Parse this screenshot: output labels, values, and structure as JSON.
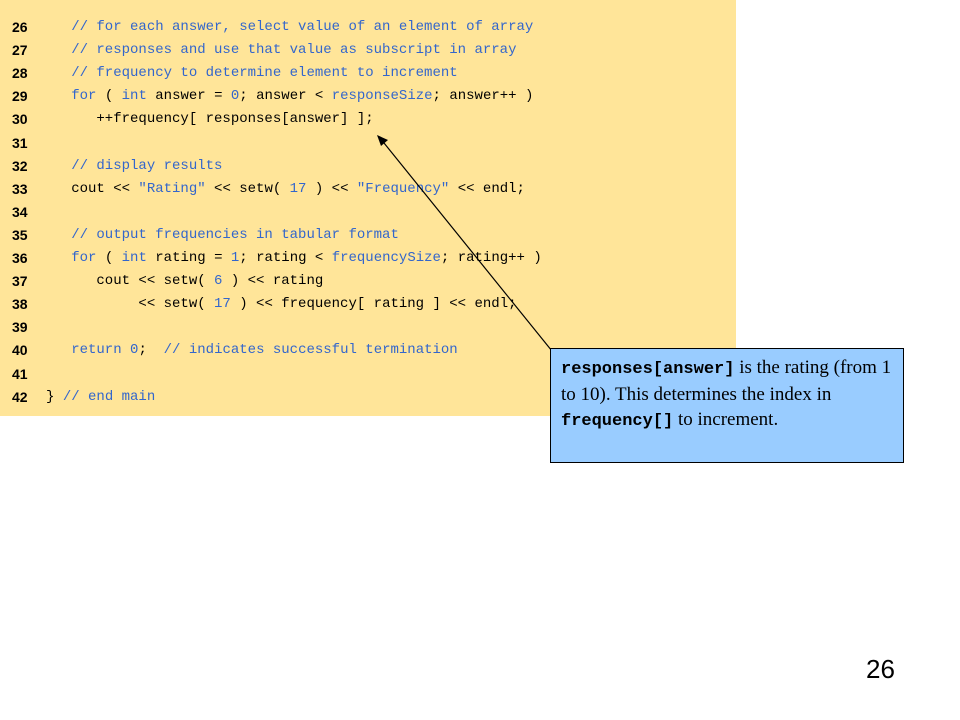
{
  "code_lines": [
    {
      "n": "26",
      "segs": [
        {
          "c": "cmt",
          "t": "   // for each answer, select value of an element of array"
        }
      ]
    },
    {
      "n": "27",
      "segs": [
        {
          "c": "cmt",
          "t": "   // responses and use that value as subscript in array"
        }
      ]
    },
    {
      "n": "28",
      "segs": [
        {
          "c": "cmt",
          "t": "   // frequency to determine element to increment"
        }
      ]
    },
    {
      "n": "29",
      "segs": [
        {
          "c": "kw",
          "t": "   for"
        },
        {
          "c": "",
          "t": " ( "
        },
        {
          "c": "kw",
          "t": "int"
        },
        {
          "c": "",
          "t": " answer = "
        },
        {
          "c": "num-lit",
          "t": "0"
        },
        {
          "c": "",
          "t": "; answer < "
        },
        {
          "c": "id-blue",
          "t": "responseSize"
        },
        {
          "c": "",
          "t": "; answer++ )"
        }
      ]
    },
    {
      "n": "30",
      "segs": [
        {
          "c": "",
          "t": "      ++frequency[ responses[answer] ];"
        }
      ]
    },
    {
      "n": "31",
      "segs": []
    },
    {
      "n": "32",
      "segs": [
        {
          "c": "cmt",
          "t": "   // display results"
        }
      ]
    },
    {
      "n": "33",
      "segs": [
        {
          "c": "",
          "t": "   cout << "
        },
        {
          "c": "str",
          "t": "\"Rating\""
        },
        {
          "c": "",
          "t": " << setw( "
        },
        {
          "c": "num-lit",
          "t": "17"
        },
        {
          "c": "",
          "t": " ) << "
        },
        {
          "c": "str",
          "t": "\"Frequency\""
        },
        {
          "c": "",
          "t": " << endl;"
        }
      ]
    },
    {
      "n": "34",
      "segs": []
    },
    {
      "n": "35",
      "segs": [
        {
          "c": "cmt",
          "t": "   // output frequencies in tabular format"
        }
      ]
    },
    {
      "n": "36",
      "segs": [
        {
          "c": "kw",
          "t": "   for"
        },
        {
          "c": "",
          "t": " ( "
        },
        {
          "c": "kw",
          "t": "int"
        },
        {
          "c": "",
          "t": " rating = "
        },
        {
          "c": "num-lit",
          "t": "1"
        },
        {
          "c": "",
          "t": "; rating < "
        },
        {
          "c": "id-blue",
          "t": "frequencySize"
        },
        {
          "c": "",
          "t": "; rating++ )"
        }
      ]
    },
    {
      "n": "37",
      "segs": [
        {
          "c": "",
          "t": "      cout << setw( "
        },
        {
          "c": "num-lit",
          "t": "6"
        },
        {
          "c": "",
          "t": " ) << rating"
        }
      ]
    },
    {
      "n": "38",
      "segs": [
        {
          "c": "",
          "t": "           << setw( "
        },
        {
          "c": "num-lit",
          "t": "17"
        },
        {
          "c": "",
          "t": " ) << frequency[ rating ] << endl;"
        }
      ]
    },
    {
      "n": "39",
      "segs": []
    },
    {
      "n": "40",
      "segs": [
        {
          "c": "kw",
          "t": "   return"
        },
        {
          "c": "",
          "t": " "
        },
        {
          "c": "num-lit",
          "t": "0"
        },
        {
          "c": "",
          "t": ";  "
        },
        {
          "c": "cmt",
          "t": "// indicates successful termination"
        }
      ]
    },
    {
      "n": "41",
      "segs": []
    },
    {
      "n": "42",
      "segs": [
        {
          "c": "",
          "t": "} "
        },
        {
          "c": "cmt",
          "t": "// end main"
        }
      ]
    }
  ],
  "callout": {
    "code1": "responses[answer]",
    "text1": " is the rating (from 1 to 10). This determines the index in ",
    "code2": "frequency[]",
    "text2": " to increment."
  },
  "slide_number": "26"
}
